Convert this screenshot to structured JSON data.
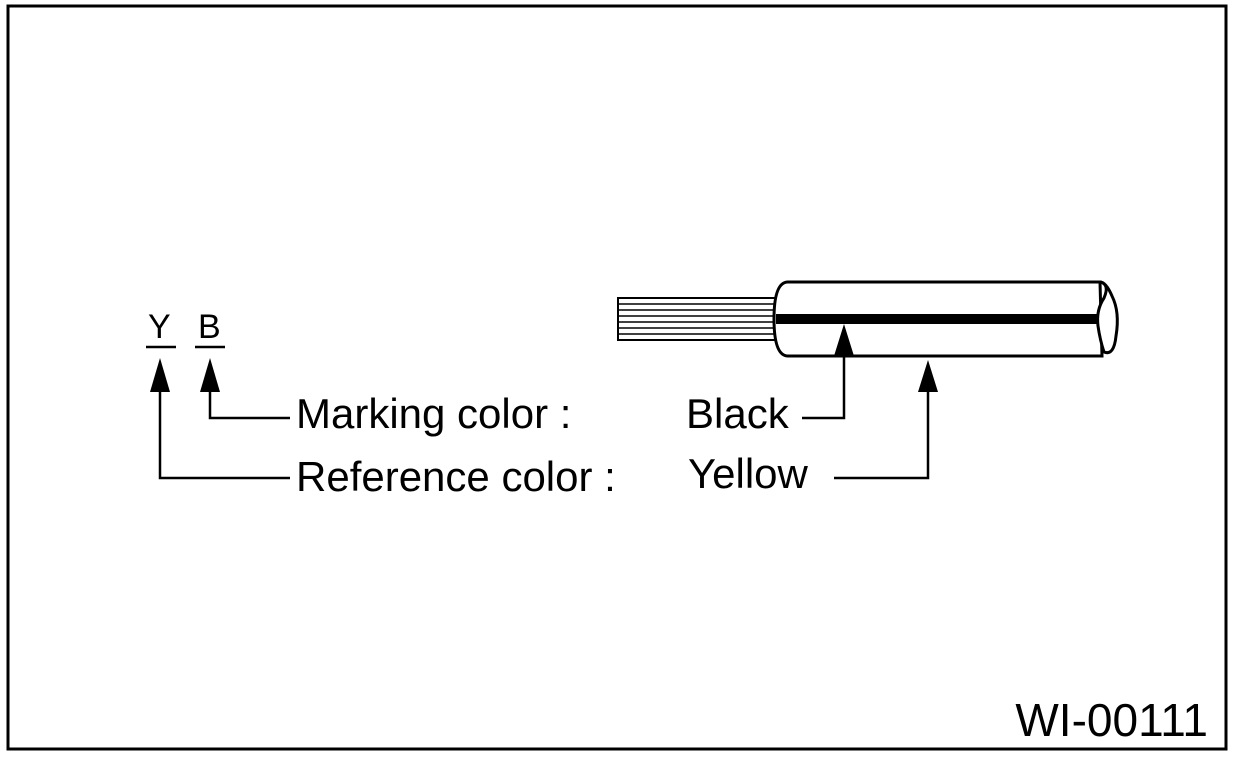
{
  "diagram": {
    "code_reference": "Y",
    "code_marking": "B",
    "marking_label": "Marking color :",
    "marking_value": "Black",
    "reference_label": "Reference color :",
    "reference_value": "Yellow",
    "figure_id": "WI-00111"
  },
  "colors": {
    "ink": "#000000",
    "paper": "#ffffff"
  }
}
